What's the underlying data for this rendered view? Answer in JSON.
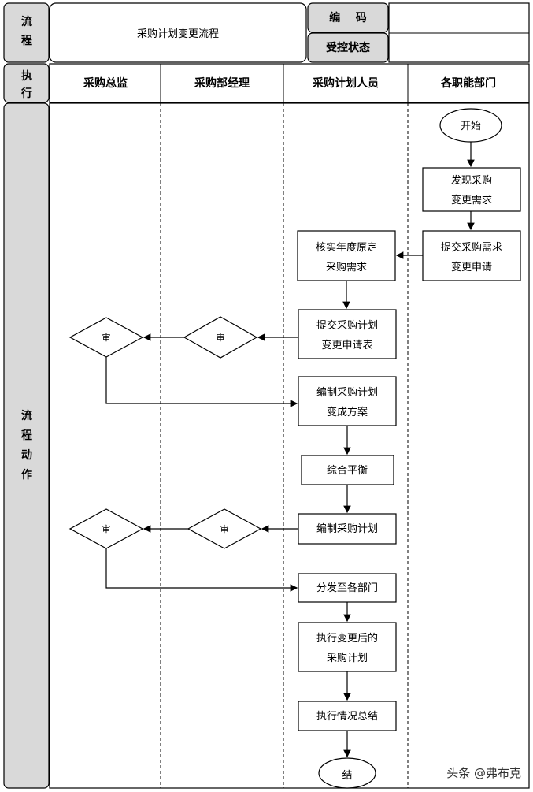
{
  "header": {
    "flow_label": [
      "流",
      "程"
    ],
    "title": "采购计划变更流程",
    "code_label": "编    码",
    "code_value": "",
    "status_label": "受控状态",
    "status_value": ""
  },
  "lanes": {
    "exec_label": [
      "执",
      "行"
    ],
    "names": [
      "采购总监",
      "采购部经理",
      "采购计划人员",
      "各职能部门"
    ]
  },
  "side": {
    "label": [
      "流",
      "程",
      "动",
      "作"
    ]
  },
  "nodes": {
    "start": "开始",
    "n1": [
      "发现采购",
      "变更需求"
    ],
    "n2": [
      "提交采购需求",
      "变更申请"
    ],
    "n3": [
      "核实年度原定",
      "采购需求"
    ],
    "n4": [
      "提交采购计划",
      "变更申请表"
    ],
    "d1": "审",
    "d2": "审",
    "n5": [
      "编制采购计划",
      "变成方案"
    ],
    "n6": "综合平衡",
    "n7": "编制采购计划",
    "d3": "审",
    "d4": "审",
    "n8": "分发至各部门",
    "n9": [
      "执行变更后的",
      "采购计划"
    ],
    "n10": "执行情况总结",
    "end": "结"
  },
  "watermark": "头条 @弗布克"
}
